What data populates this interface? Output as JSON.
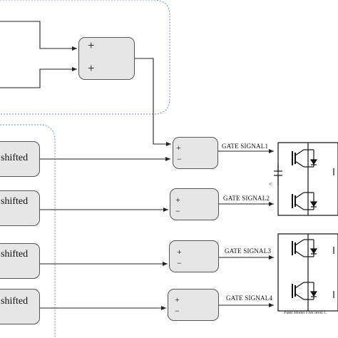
{
  "summer": {
    "signs": [
      "+",
      "+"
    ]
  },
  "shifted_blocks": [
    {
      "label": "shifted"
    },
    {
      "label": "shifted"
    },
    {
      "label": "shifted"
    },
    {
      "label": "shifted"
    }
  ],
  "comparators": [
    {
      "plus": "+",
      "minus": "−",
      "gate_label": "GATE SIGNAL1"
    },
    {
      "plus": "+",
      "minus": "−",
      "gate_label": "GATE SIGNAL2"
    },
    {
      "plus": "+",
      "minus": "−",
      "gate_label": "GATE SIGNAL3"
    },
    {
      "plus": "+",
      "minus": "−",
      "gate_label": "GATE SIGNAL4"
    }
  ],
  "plant_caption": "Plant Model Five level C",
  "side_mark": "C",
  "colors": {
    "block_fill": "#e6e6e6",
    "dashed_border": "#6f93ad",
    "line": "#222222"
  }
}
